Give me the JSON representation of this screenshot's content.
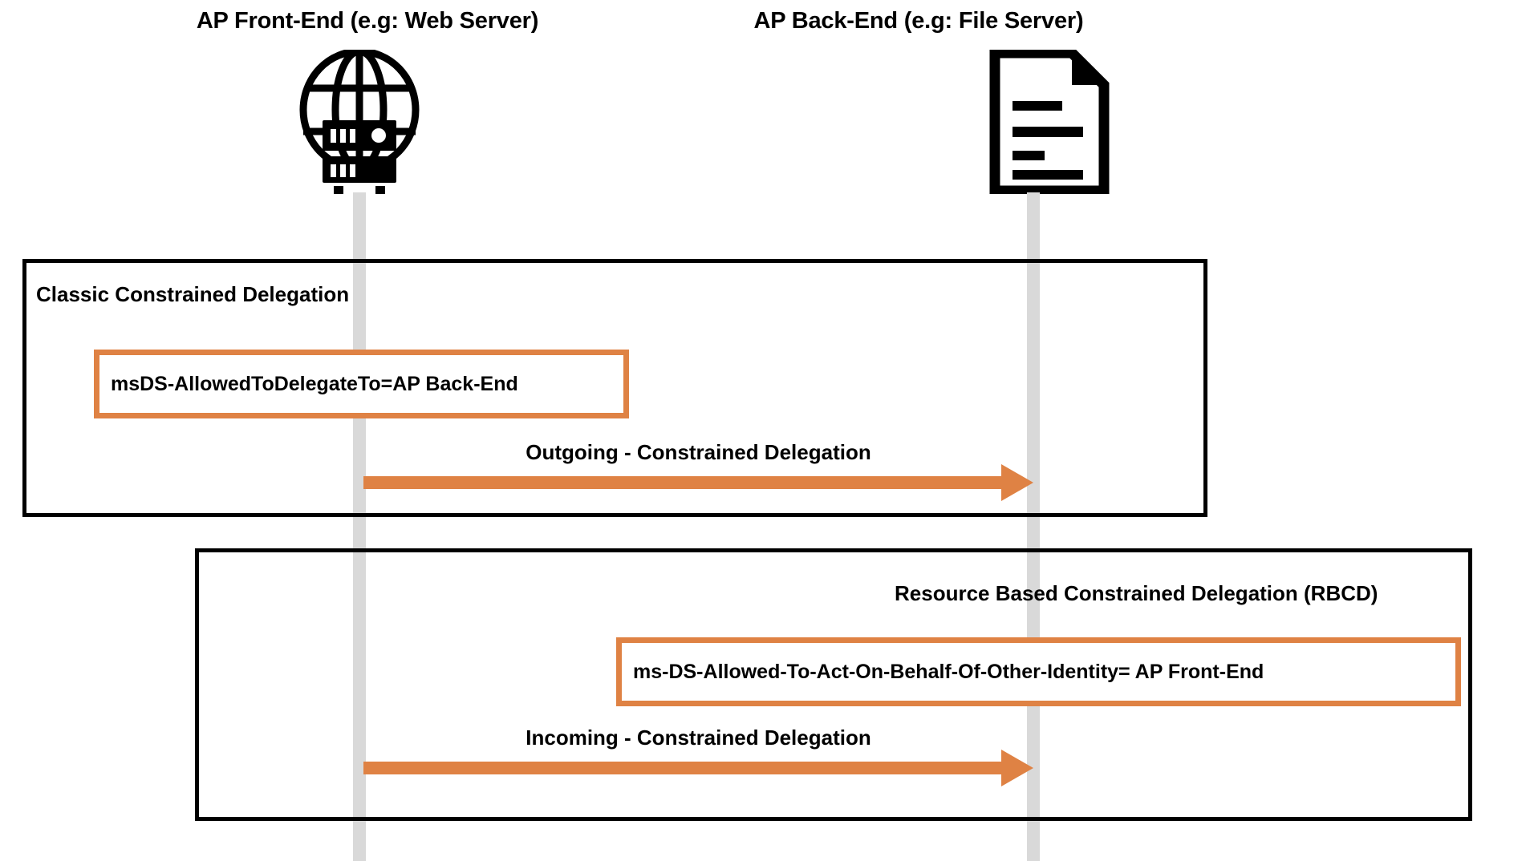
{
  "diagram": {
    "type": "sequence-diagram",
    "subject": "Kerberos Constrained Delegation variants",
    "participants": [
      {
        "id": "frontend",
        "label": "AP Front-End (e.g: Web Server)",
        "icon": "globe-server-icon"
      },
      {
        "id": "backend",
        "label": "AP Back-End (e.g: File Server)",
        "icon": "document-file-icon"
      }
    ],
    "sections": [
      {
        "id": "classic",
        "title": "Classic Constrained Delegation",
        "attribute_label": "msDS-AllowedToDelegateTo=AP Back-End",
        "arrow_label": "Outgoing - Constrained Delegation",
        "arrow_from": "frontend",
        "arrow_to": "backend"
      },
      {
        "id": "rbcd",
        "title": "Resource Based Constrained Delegation (RBCD)",
        "attribute_label": "ms-DS-Allowed-To-Act-On-Behalf-Of-Other-Identity= AP Front-End",
        "arrow_label": "Incoming - Constrained Delegation",
        "arrow_from": "frontend",
        "arrow_to": "backend"
      }
    ],
    "colors": {
      "accent_orange": "#df8244",
      "box_border": "#000000",
      "lifeline_gray": "#d9d9d9",
      "background": "#ffffff",
      "text": "#000000"
    }
  }
}
